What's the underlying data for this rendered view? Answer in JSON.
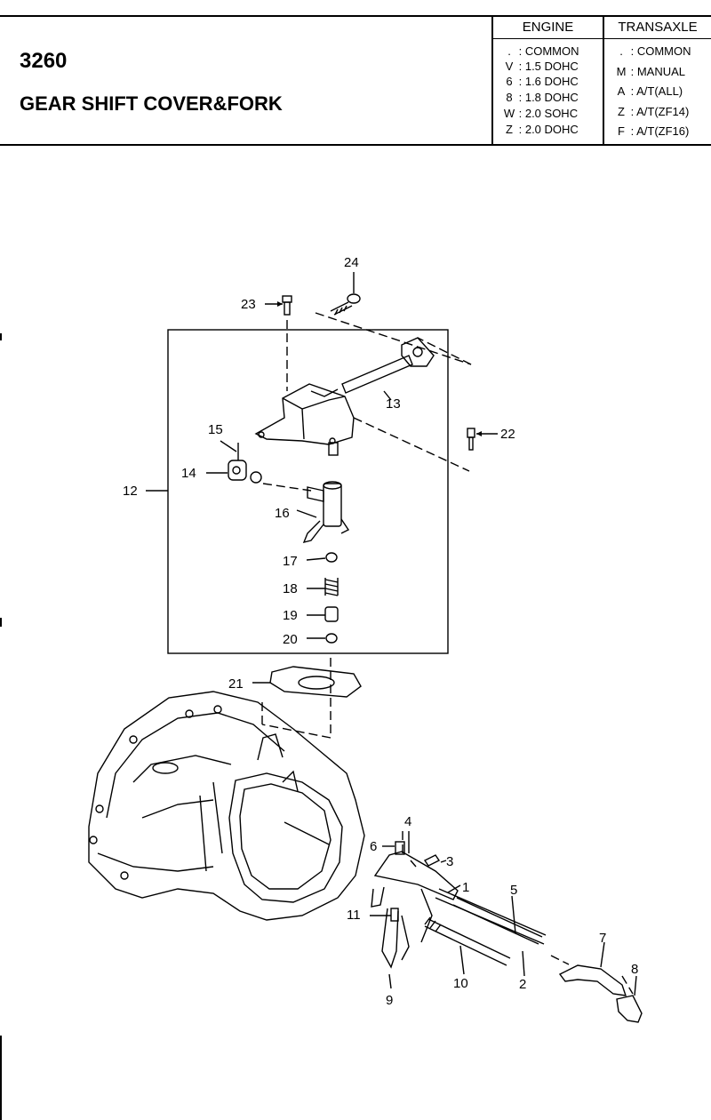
{
  "header": {
    "code": "3260",
    "title": "GEAR SHIFT COVER&FORK",
    "engine": {
      "heading": "ENGINE",
      "rows": [
        {
          "key": ".",
          "value": "COMMON"
        },
        {
          "key": "V",
          "value": "1.5 DOHC"
        },
        {
          "key": "6",
          "value": "1.6 DOHC"
        },
        {
          "key": "8",
          "value": "1.8 DOHC"
        },
        {
          "key": "W",
          "value": "2.0 SOHC"
        },
        {
          "key": "Z",
          "value": "2.0 DOHC"
        }
      ]
    },
    "transaxle": {
      "heading": "TRANSAXLE",
      "rows": [
        {
          "key": ".",
          "value": "COMMON"
        },
        {
          "key": "M",
          "value": "MANUAL"
        },
        {
          "key": "A",
          "value": "A/T(ALL)"
        },
        {
          "key": "Z",
          "value": "A/T(ZF14)"
        },
        {
          "key": "F",
          "value": "A/T(ZF16)"
        }
      ]
    }
  },
  "callouts": {
    "c1": "1",
    "c2": "2",
    "c3": "3",
    "c4": "4",
    "c5": "5",
    "c6": "6",
    "c7": "7",
    "c8": "8",
    "c9": "9",
    "c10": "10",
    "c11": "11",
    "c12": "12",
    "c13": "13",
    "c14": "14",
    "c15": "15",
    "c16": "16",
    "c17": "17",
    "c18": "18",
    "c19": "19",
    "c20": "20",
    "c21": "21",
    "c22": "22",
    "c23": "23",
    "c24": "24"
  }
}
